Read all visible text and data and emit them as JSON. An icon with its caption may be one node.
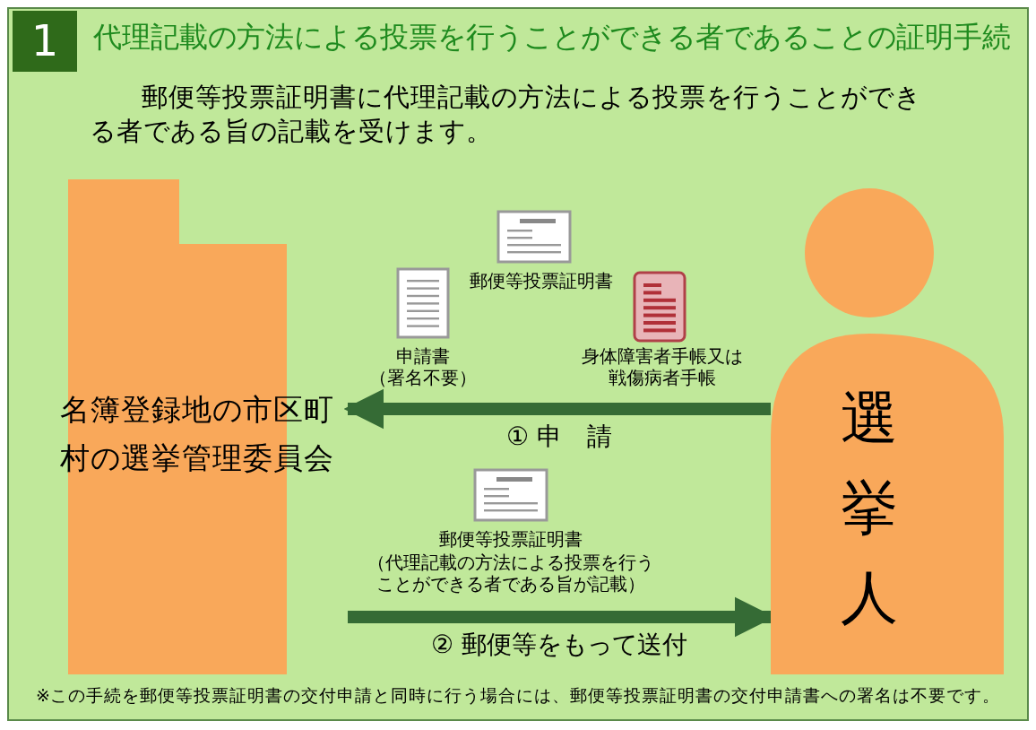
{
  "diagram": {
    "title": "代理記載の方法による投票を行うことができる者であることの証明手続",
    "caption": "※この手続を郵便等投票証明書の交付申請と同時に行う場合には、郵便等投票証明書の交付申請書への署名は不要です。",
    "nodes": [
      {
        "text": [
          "名簿登録地の市区町村の選挙管理委員会"
        ]
      },
      {
        "text": [
          "選挙人"
        ]
      }
    ],
    "edges": [
      {
        "from": 1,
        "to": 0,
        "arrow": "to",
        "label": "① 申　請"
      },
      {
        "from": 0,
        "to": 1,
        "arrow": "to",
        "label": "② 郵便等をもって送付"
      }
    ],
    "labels": [
      "1",
      "郵便等投票証明書に代理記載の方法による投票を行うことができる者である旨の記載を受けます。",
      "郵便等投票証明書",
      "申請書（署名不要）",
      "身体障害者手帳又は戦傷病者手帳",
      "郵便等投票証明書",
      "（代理記載の方法による投票を行うことができる者である旨が記載）"
    ]
  }
}
